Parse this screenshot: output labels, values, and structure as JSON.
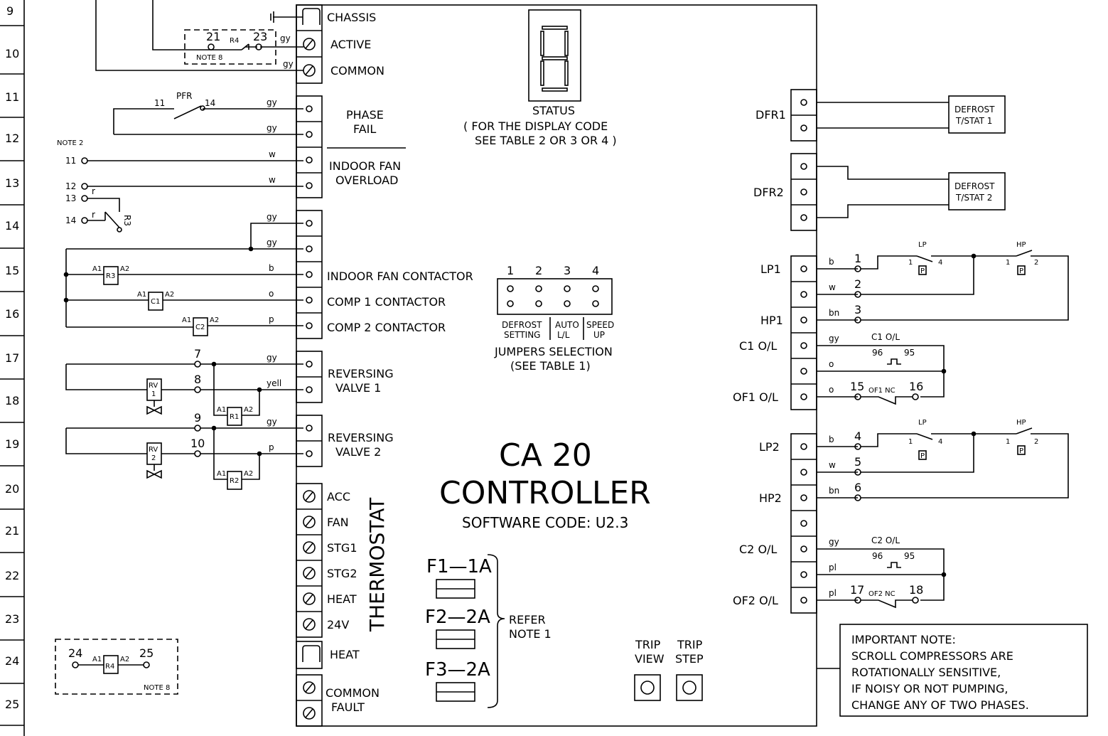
{
  "row_numbers": [
    "9",
    "10",
    "11",
    "12",
    "13",
    "14",
    "15",
    "16",
    "17",
    "18",
    "19",
    "20",
    "21",
    "22",
    "23",
    "24",
    "25"
  ],
  "controller": {
    "title_line1": "CA 20",
    "title_line2": "CONTROLLER",
    "software": "SOFTWARE CODE: U2.3",
    "status_label": "STATUS",
    "status_note1": "( FOR THE DISPLAY CODE",
    "status_note2": "SEE TABLE 2 OR 3 OR 4 )",
    "jumpers_nums": [
      "1",
      "2",
      "3",
      "4"
    ],
    "jumper_defrost1": "DEFROST",
    "jumper_defrost2": "SETTING",
    "jumper_auto1": "AUTO",
    "jumper_auto2": "L/L",
    "jumper_speed1": "SPEED",
    "jumper_speed2": "UP",
    "jumpers_title": "JUMPERS SELECTION",
    "jumpers_note": "(SEE TABLE 1)",
    "fuses": [
      "F1—1A",
      "F2—2A",
      "F3—2A"
    ],
    "refer1": "REFER",
    "refer2": "NOTE 1",
    "trip_view1": "TRIP",
    "trip_view2": "VIEW",
    "trip_step1": "TRIP",
    "trip_step2": "STEP",
    "thermostat": "THERMOSTAT"
  },
  "left_terminals": {
    "chassis": "CHASSIS",
    "active": "ACTIVE",
    "common": "COMMON",
    "phase_fail1": "PHASE",
    "phase_fail2": "FAIL",
    "indoor_ovl1": "INDOOR FAN",
    "indoor_ovl2": "OVERLOAD",
    "indoor_fan_contactor": "INDOOR FAN CONTACTOR",
    "comp1": "COMP 1 CONTACTOR",
    "comp2": "COMP 2 CONTACTOR",
    "rv1a": "REVERSING",
    "rv1b": "VALVE 1",
    "rv2a": "REVERSING",
    "rv2b": "VALVE 2",
    "acc": "ACC",
    "fan": "FAN",
    "stg1": "STG1",
    "stg2": "STG2",
    "heat": "HEAT",
    "v24": "24V",
    "heat2": "HEAT",
    "common_fault1": "COMMON",
    "common_fault2": "FAULT"
  },
  "left_wiring": {
    "note8": "NOTE 8",
    "note2": "NOTE 2",
    "r4": "R4",
    "n21": "21",
    "n23": "23",
    "pfr": "PFR",
    "n11a": "11",
    "n14a": "14",
    "n11": "11",
    "n12": "12",
    "n13": "13",
    "n14": "14",
    "r3": "R3",
    "r": "r",
    "gy": "gy",
    "w": "w",
    "b": "b",
    "o": "o",
    "p": "p",
    "yell": "yell",
    "a1": "A1",
    "a2": "A2",
    "c1": "C1",
    "c2": "C2",
    "r1": "R1",
    "r2": "R2",
    "rv1": "RV",
    "rv1n": "1",
    "rv2": "RV",
    "rv2n": "2",
    "n7": "7",
    "n8": "8",
    "n9": "9",
    "n10": "10",
    "n24": "24",
    "n25": "25"
  },
  "right_terminals": {
    "dfr1": "DFR1",
    "dfr2": "DFR2",
    "lp1": "LP1",
    "hp1": "HP1",
    "c1ol": "C1 O/L",
    "of1ol": "OF1 O/L",
    "lp2": "LP2",
    "hp2": "HP2",
    "c2ol": "C2 O/L",
    "of2ol": "OF2 O/L",
    "defrost1a": "DEFROST",
    "defrost1b": "T/STAT 1",
    "defrost2a": "DEFROST",
    "defrost2b": "T/STAT 2"
  },
  "right_wiring": {
    "b": "b",
    "w": "w",
    "bn": "bn",
    "gy": "gy",
    "o": "o",
    "pl": "pl",
    "n1": "1",
    "n2": "2",
    "n3": "3",
    "n4": "4",
    "n5": "5",
    "n6": "6",
    "n15": "15",
    "n16": "16",
    "n17": "17",
    "n18": "18",
    "lp": "LP",
    "hp": "HP",
    "p": "P",
    "c1ol": "C1 O/L",
    "c2ol": "C2 O/L",
    "n96": "96",
    "n95": "95",
    "of1nc": "OF1 NC",
    "of2nc": "OF2 NC",
    "sw1": "1",
    "sw4": "4",
    "sw2": "2"
  },
  "important_note": [
    "IMPORTANT NOTE:",
    "SCROLL COMPRESSORS ARE",
    "ROTATIONALLY SENSITIVE,",
    "IF NOISY OR NOT PUMPING,",
    "CHANGE ANY OF TWO PHASES."
  ]
}
